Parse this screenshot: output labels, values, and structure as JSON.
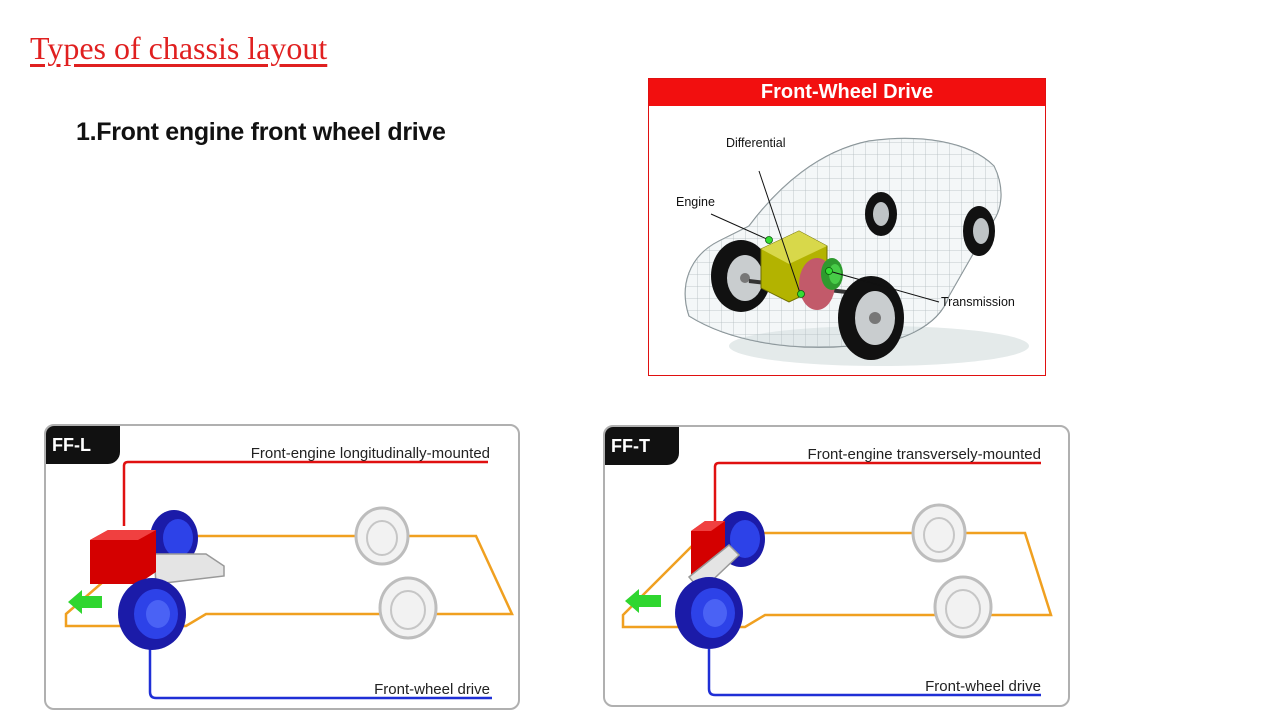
{
  "slide": {
    "title": "Types of chassis layout",
    "point": "1.Front engine front wheel drive"
  },
  "fwd_figure": {
    "header": "Front-Wheel Drive",
    "labels": {
      "differential": "Differential",
      "engine": "Engine",
      "transmission": "Transmission"
    }
  },
  "layout_left": {
    "tag": "FF-L",
    "engine_label": "Front-engine longitudinally-mounted",
    "drive_label": "Front-wheel drive"
  },
  "layout_right": {
    "tag": "FF-T",
    "engine_label": "Front-engine transversely-mounted",
    "drive_label": "Front-wheel drive"
  },
  "colors": {
    "title_red": "#e02020",
    "header_red": "#f20f0f",
    "engine_red": "#d40000",
    "drive_blue": "#1f2fd6",
    "chassis_orange": "#f0a020",
    "arrow_green": "#2fd62f"
  }
}
